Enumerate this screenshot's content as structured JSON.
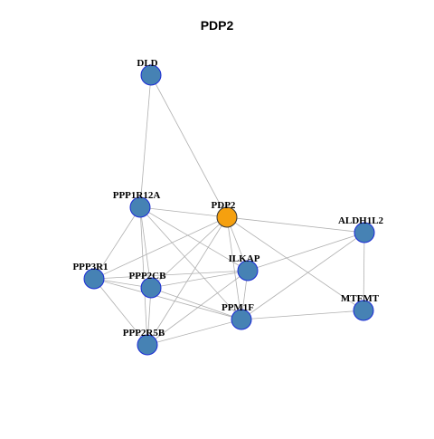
{
  "title": "PDP2",
  "graph": {
    "focus_node": "PDP2",
    "colors": {
      "focus_fill": "#F5A00F",
      "node_fill": "#4682B4",
      "node_stroke": "#1A2BD6",
      "focus_stroke": "#333333",
      "edge": "#B0B0B0"
    },
    "nodes": [
      {
        "id": "DLD",
        "label": "DLD"
      },
      {
        "id": "PPP1R12A",
        "label": "PPP1R12A"
      },
      {
        "id": "PDP2",
        "label": "PDP2"
      },
      {
        "id": "ALDH1L2",
        "label": "ALDH1L2"
      },
      {
        "id": "ILKAP",
        "label": "ILKAP"
      },
      {
        "id": "PPP3R1",
        "label": "PPP3R1"
      },
      {
        "id": "PPP2CB",
        "label": "PPP2CB"
      },
      {
        "id": "MTFMT",
        "label": "MTFMT"
      },
      {
        "id": "PPM1F",
        "label": "PPM1F"
      },
      {
        "id": "PPP2R5B",
        "label": "PPP2R5B"
      }
    ],
    "edges": [
      [
        "DLD",
        "PPP1R12A"
      ],
      [
        "DLD",
        "PDP2"
      ],
      [
        "PPP1R12A",
        "PDP2"
      ],
      [
        "PPP1R12A",
        "PPP3R1"
      ],
      [
        "PPP1R12A",
        "PPP2CB"
      ],
      [
        "PPP1R12A",
        "ILKAP"
      ],
      [
        "PPP1R12A",
        "PPM1F"
      ],
      [
        "PPP1R12A",
        "PPP2R5B"
      ],
      [
        "PDP2",
        "ALDH1L2"
      ],
      [
        "PDP2",
        "ILKAP"
      ],
      [
        "PDP2",
        "PPP2CB"
      ],
      [
        "PDP2",
        "PPM1F"
      ],
      [
        "PDP2",
        "PPP2R5B"
      ],
      [
        "PDP2",
        "PPP3R1"
      ],
      [
        "PDP2",
        "MTFMT"
      ],
      [
        "ALDH1L2",
        "ILKAP"
      ],
      [
        "ALDH1L2",
        "MTFMT"
      ],
      [
        "ALDH1L2",
        "PPM1F"
      ],
      [
        "ILKAP",
        "PPP2CB"
      ],
      [
        "ILKAP",
        "PPP3R1"
      ],
      [
        "ILKAP",
        "PPM1F"
      ],
      [
        "ILKAP",
        "PPP2R5B"
      ],
      [
        "PPP3R1",
        "PPP2CB"
      ],
      [
        "PPP3R1",
        "PPM1F"
      ],
      [
        "PPP3R1",
        "PPP2R5B"
      ],
      [
        "PPP2CB",
        "PPM1F"
      ],
      [
        "PPP2CB",
        "PPP2R5B"
      ],
      [
        "PPM1F",
        "MTFMT"
      ],
      [
        "PPM1F",
        "PPP2R5B"
      ]
    ]
  }
}
